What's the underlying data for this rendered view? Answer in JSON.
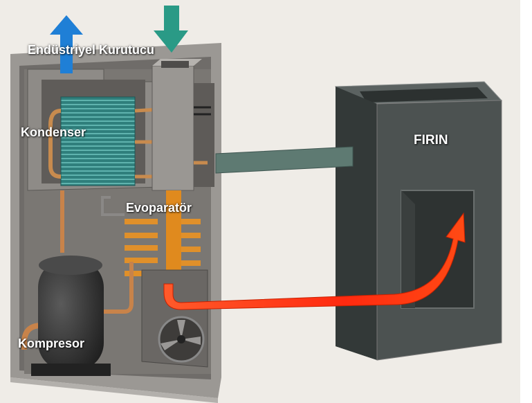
{
  "title": "Endüstriyel Kurutucu",
  "labels": {
    "condenser": "Kondenser",
    "evaporator": "Evoparatör",
    "furnace": "FIRIN",
    "compressor": "Kompresor"
  },
  "colors": {
    "exhaust_arrow": "#1f7fd6",
    "intake_arrow": "#2a9a86",
    "hot_air": "#ff3a10",
    "cabinet": "#8d8a86",
    "furnace": "#4c5251",
    "coil": "#d98a2a",
    "condenser_fins": "#2f7f7c"
  }
}
